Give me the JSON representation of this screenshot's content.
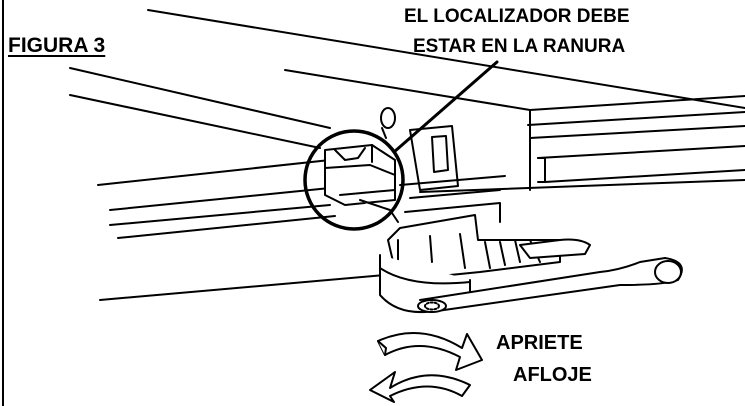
{
  "figure": {
    "title": "FIGURA 3",
    "callout": {
      "line1": "EL LOCALIZADOR DEBE",
      "line2": "ESTAR EN LA RANURA"
    },
    "rotation_labels": {
      "tighten": "APRIETE",
      "loosen": "AFLOJE"
    },
    "colors": {
      "ink": "#000000",
      "paper": "#ffffff"
    },
    "icons": [
      "clockwise-arrow-icon",
      "counterclockwise-arrow-icon"
    ]
  }
}
